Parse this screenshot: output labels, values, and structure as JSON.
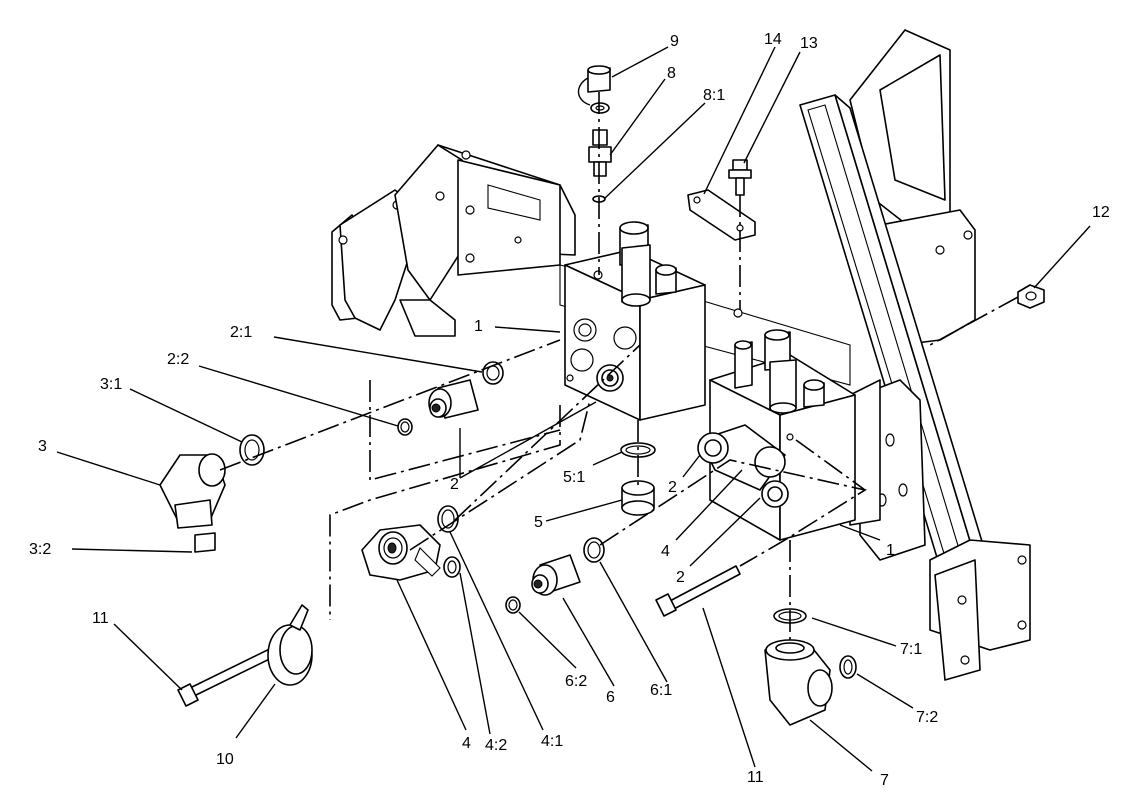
{
  "callouts": [
    {
      "id": "c9",
      "text": "9"
    },
    {
      "id": "c8",
      "text": "8"
    },
    {
      "id": "c8_1",
      "text": "8:1"
    },
    {
      "id": "c14",
      "text": "14"
    },
    {
      "id": "c13",
      "text": "13"
    },
    {
      "id": "c12",
      "text": "12"
    },
    {
      "id": "c2_1",
      "text": "2:1"
    },
    {
      "id": "c1a",
      "text": "1"
    },
    {
      "id": "c2_2",
      "text": "2:2"
    },
    {
      "id": "c3_1",
      "text": "3:1"
    },
    {
      "id": "c3",
      "text": "3"
    },
    {
      "id": "c2a",
      "text": "2"
    },
    {
      "id": "c2b",
      "text": "2"
    },
    {
      "id": "c5_1",
      "text": "5:1"
    },
    {
      "id": "c5",
      "text": "5"
    },
    {
      "id": "c4a",
      "text": "4"
    },
    {
      "id": "c2c",
      "text": "2"
    },
    {
      "id": "c1b",
      "text": "1"
    },
    {
      "id": "c3_2",
      "text": "3:2"
    },
    {
      "id": "c11a",
      "text": "11"
    },
    {
      "id": "c10",
      "text": "10"
    },
    {
      "id": "c4b",
      "text": "4"
    },
    {
      "id": "c4_2",
      "text": "4:2"
    },
    {
      "id": "c4_1",
      "text": "4:1"
    },
    {
      "id": "c6_2",
      "text": "6:2"
    },
    {
      "id": "c6",
      "text": "6"
    },
    {
      "id": "c6_1",
      "text": "6:1"
    },
    {
      "id": "c7_1",
      "text": "7:1"
    },
    {
      "id": "c7_2",
      "text": "7:2"
    },
    {
      "id": "c11b",
      "text": "11"
    },
    {
      "id": "c7",
      "text": "7"
    }
  ]
}
